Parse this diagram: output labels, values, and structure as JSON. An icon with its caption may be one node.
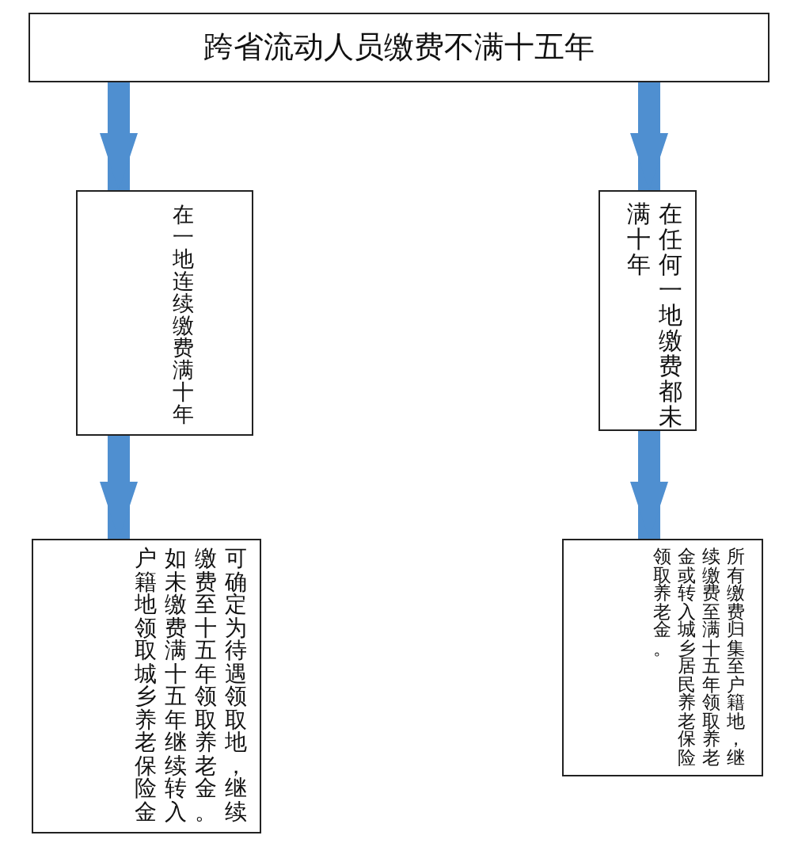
{
  "diagram": {
    "nodes": [
      {
        "text": [
          "跨省流动人员缴费不满十五年"
        ]
      },
      {
        "text": [
          "在一地连续缴费满十年"
        ]
      },
      {
        "text": [
          "在任何一地缴费都未满十年"
        ]
      },
      {
        "text": [
          "可确定为待遇领取地，继续缴费至十五年领取养老金。如未缴费满十五年继续转入户籍地领取城乡养老保险金"
        ]
      },
      {
        "text": [
          "所有缴费归集至户籍地，继续缴费至满十五年领取养老金或转入城乡居民养老保险领取养老金。"
        ]
      }
    ],
    "edges": [
      {
        "from": 0,
        "to": 1,
        "arrow": "to"
      },
      {
        "from": 0,
        "to": 2,
        "arrow": "to"
      },
      {
        "from": 1,
        "to": 3,
        "arrow": "to"
      },
      {
        "from": 2,
        "to": 4,
        "arrow": "to"
      }
    ]
  }
}
